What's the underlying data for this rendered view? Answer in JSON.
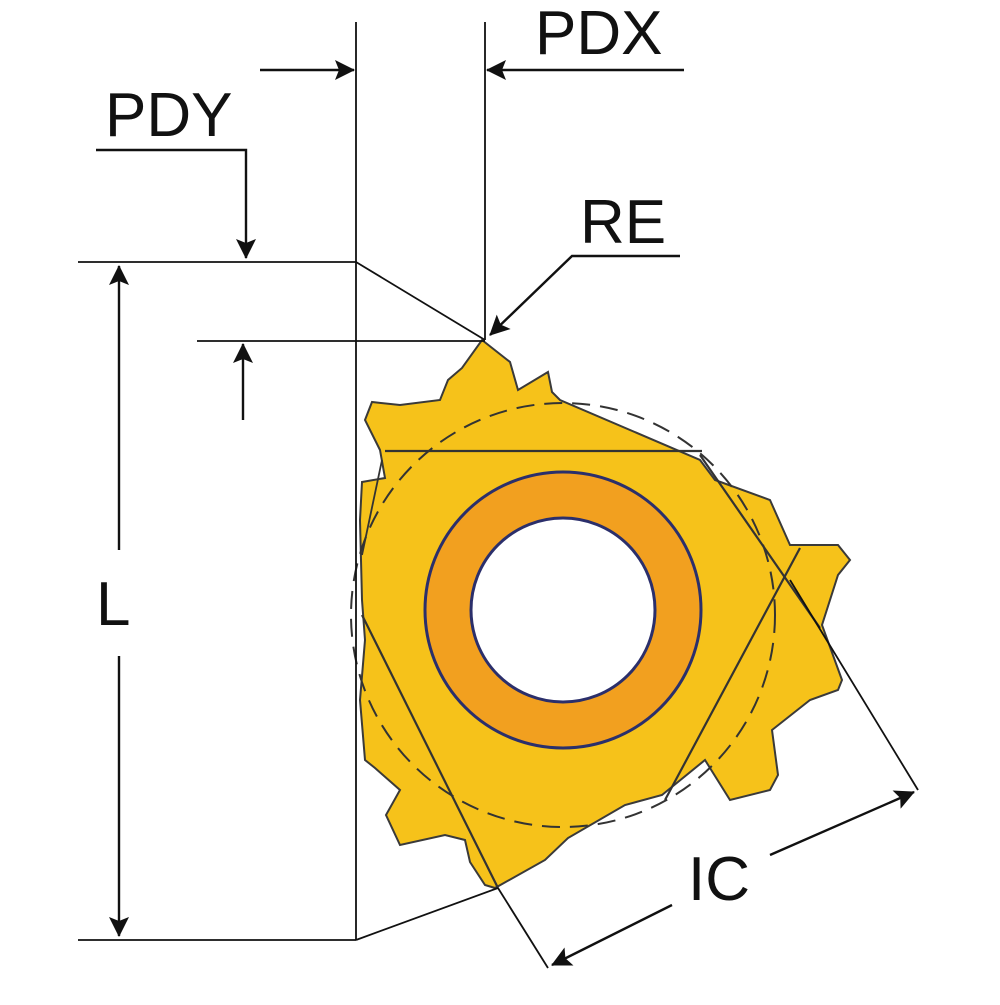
{
  "labels": {
    "pdx": "PDX",
    "pdy": "PDY",
    "re": "RE",
    "l": "L",
    "ic": "IC"
  },
  "colors": {
    "insert_body": "#F6C21A",
    "insert_outline": "#3a3a3a",
    "hole_ring": "#F2A01F",
    "ring_outline": "#2b2f6b",
    "line": "#111111",
    "background": "#ffffff"
  }
}
